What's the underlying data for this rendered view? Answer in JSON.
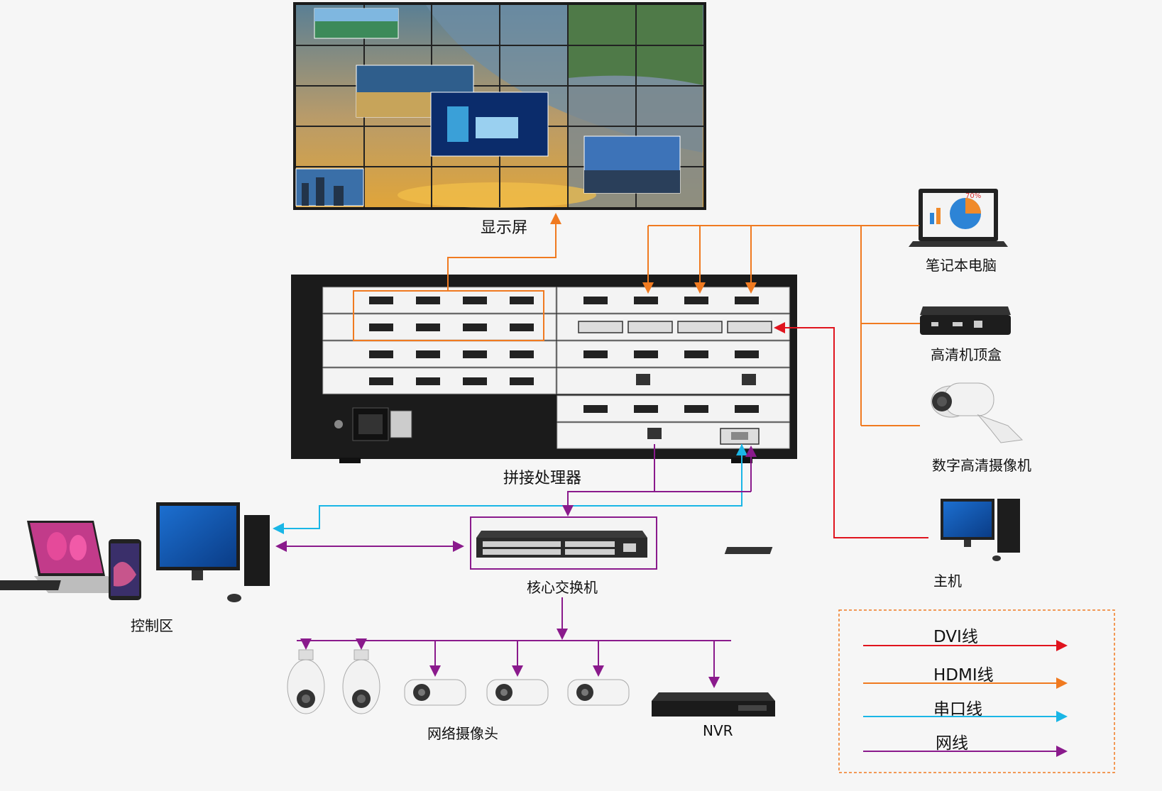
{
  "labels": {
    "display": "显示屏",
    "processor": "拼接处理器",
    "laptop": "笔记本电脑",
    "settop": "高清机顶盒",
    "hdcam": "数字高清摄像机",
    "host": "主机",
    "control": "控制区",
    "switch": "核心交换机",
    "netcam": "网络摄像头",
    "nvr": "NVR"
  },
  "chart_note": "70%",
  "legend": [
    {
      "label": "DVI线",
      "color": "#e0141e"
    },
    {
      "label": "HDMI线",
      "color": "#f07a20"
    },
    {
      "label": "串口线",
      "color": "#1ab6e6"
    },
    {
      "label": "网线",
      "color": "#8a1a8c"
    }
  ],
  "colors": {
    "dvi": "#e0141e",
    "hdmi": "#f07a20",
    "serial": "#1ab6e6",
    "net": "#8a1a8c"
  },
  "icons": [
    "video-wall-icon",
    "processor-chassis-icon",
    "laptop-icon",
    "set-top-box-icon",
    "bullet-camera-icon",
    "desktop-pc-icon",
    "control-workstation-icon",
    "network-switch-icon",
    "dome-camera-icon",
    "nvr-icon"
  ]
}
